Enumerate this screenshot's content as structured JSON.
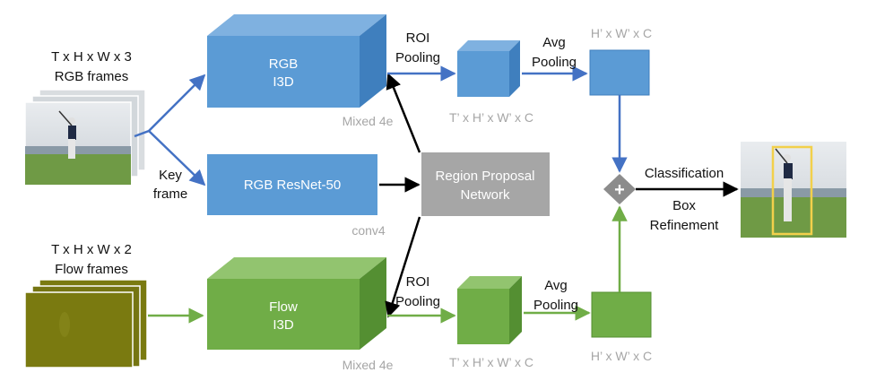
{
  "inputs": {
    "rgb_dims": "T x H x W x 3",
    "rgb_label": "RGB frames",
    "flow_dims": "T x H x W x 2",
    "flow_label": "Flow frames",
    "key_frame_line1": "Key",
    "key_frame_line2": "frame"
  },
  "blocks": {
    "rgb_i3d_line1": "RGB",
    "rgb_i3d_line2": "I3D",
    "rgb_resnet": "RGB ResNet-50",
    "flow_i3d_line1": "Flow",
    "flow_i3d_line2": "I3D",
    "rpn_line1": "Region Proposal",
    "rpn_line2": "Network"
  },
  "captions": {
    "mixed_top": "Mixed 4e",
    "mixed_bottom": "Mixed 4e",
    "conv4": "conv4",
    "roi_top_1": "ROI",
    "roi_top_2": "Pooling",
    "roi_bottom_1": "ROI",
    "roi_bottom_2": "Pooling",
    "avg_top_1": "Avg",
    "avg_top_2": "Pooling",
    "avg_bottom_1": "Avg",
    "avg_bottom_2": "Pooling",
    "roi_dims_top": "T’ x H’ x W’ x C",
    "roi_dims_bottom": "T’ x H’ x W’ x C",
    "pool_dims_top": "H’ x W’ x C",
    "pool_dims_bottom": "H’ x W’ x C"
  },
  "output": {
    "plus": "+",
    "classification": "Classification",
    "box_line1": "Box",
    "box_line2": "Refinement"
  },
  "colors": {
    "rgb_front": "#5b9bd5",
    "rgb_top": "#7fb1e0",
    "rgb_side": "#3f7fbe",
    "flow_front": "#70ad47",
    "flow_top": "#92c46f",
    "flow_side": "#548f32",
    "rpn": "#a6a6a6",
    "sum_node": "#8c8c8c",
    "bbox": "#f2d04b",
    "flow_frame": "#7a7a10"
  }
}
